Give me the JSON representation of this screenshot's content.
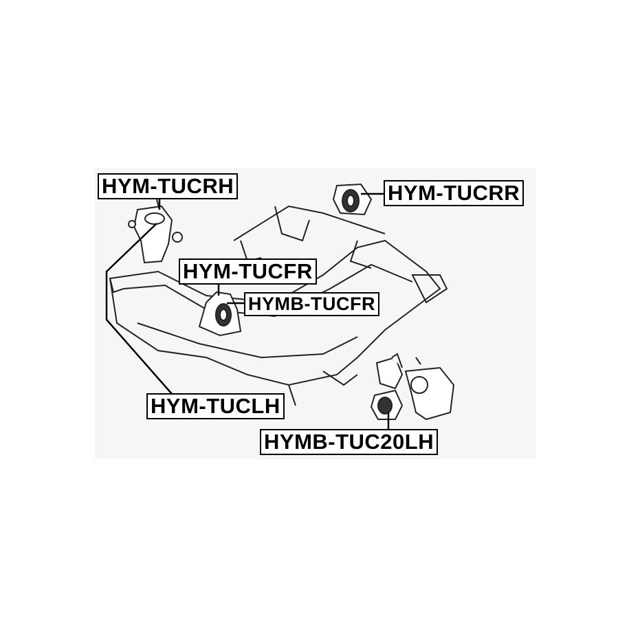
{
  "labels": {
    "tucrh": "HYM-TUCRH",
    "tucrr": "HYM-TUCRR",
    "tucfr": "HYM-TUCFR",
    "mb_tucfr": "HYMB-TUCFR",
    "tuclh": "HYM-TUCLH",
    "mb_tuc20lh": "HYMB-TUC20LH"
  }
}
